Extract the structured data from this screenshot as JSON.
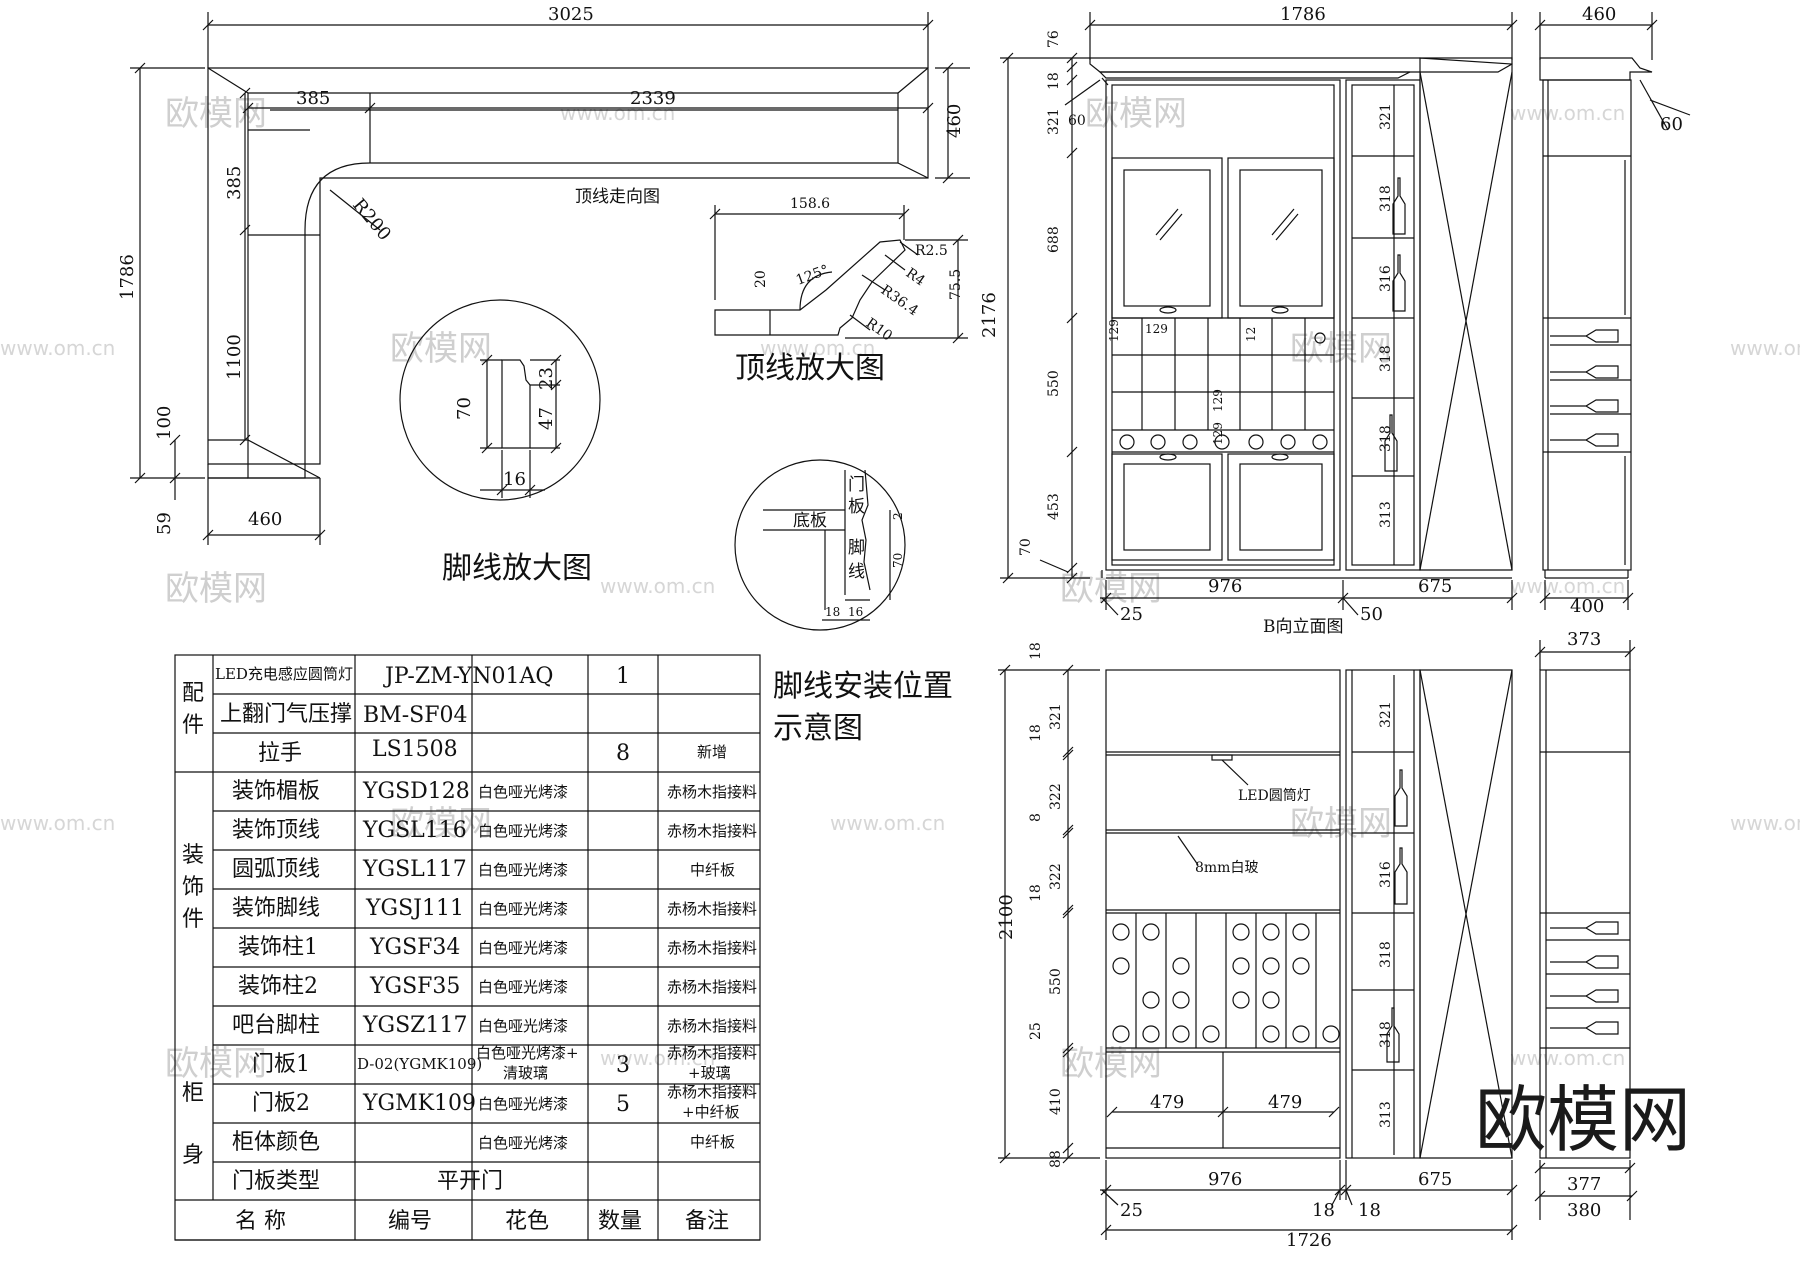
{
  "top_plan": {
    "title": "顶线走向图",
    "dims": {
      "overall_width": "3025",
      "left_seg": "385",
      "right_seg": "2339",
      "depth": "460",
      "left_height": "1786",
      "v385": "385",
      "v1100": "1100",
      "v100": "100",
      "v59": "59",
      "bottom_w": "460",
      "radius": "R200"
    }
  },
  "foot_detail": {
    "title": "脚线放大图",
    "dims": {
      "h70": "70",
      "h23": "23",
      "h47": "47",
      "w16": "16"
    }
  },
  "cornice_detail": {
    "title": "顶线放大图",
    "dims": {
      "w158": "158.6",
      "h20": "20",
      "angle": "125°",
      "r25": "R2.5",
      "r4": "R4",
      "r364": "R36.4",
      "r10": "R10",
      "h755": "75.5"
    }
  },
  "install_detail": {
    "title_line1": "脚线安装位置",
    "title_line2": "示意图",
    "labels": {
      "base": "底板",
      "door_1": "门",
      "door_2": "板",
      "foot_1": "脚",
      "foot_2": "线"
    },
    "dims": {
      "d2": "2",
      "d70": "70",
      "d18": "18",
      "d16": "16"
    }
  },
  "elevation_upper": {
    "overall_width": "1786",
    "total_height": "2176",
    "left_dims": [
      "76",
      "18",
      "321",
      "688",
      "550",
      "453",
      "70"
    ],
    "inset_dims": {
      "a": "60",
      "b": "129",
      "c": "129",
      "d": "12",
      "e": "129",
      "f": "129"
    },
    "right_dims": [
      "321",
      "318",
      "316",
      "318",
      "318",
      "313"
    ],
    "bottom_dims": {
      "left": "976",
      "right": "675",
      "off_left": "25",
      "off_right": "50"
    },
    "caption": "B向立面图"
  },
  "side_upper": {
    "width": "460",
    "overhang": "60",
    "depth": "400"
  },
  "elevation_lower": {
    "total_height": "2100",
    "left_dims": [
      "18",
      "321",
      "18",
      "322",
      "8",
      "322",
      "18",
      "550",
      "25",
      "410",
      "88"
    ],
    "right_dims": [
      "321",
      "316",
      "318",
      "318",
      "313"
    ],
    "labels": {
      "light": "LED圆筒灯",
      "glass": "8mm白玻"
    },
    "door_widths": [
      "479",
      "479"
    ],
    "bottom_dims": {
      "left": "976",
      "right": "675",
      "off_left": "25",
      "gap_a": "18",
      "gap_b": "18",
      "overall": "1726"
    }
  },
  "side_lower": {
    "top": "373",
    "bottom_a": "377",
    "bottom_b": "380"
  },
  "table": {
    "groups": {
      "peijian": "配件",
      "zhuangshi": "装饰件",
      "guishen": "柜身"
    },
    "rows": [
      {
        "name": "LED充电感应圆筒灯",
        "code": "JP-ZM-YN01AQ",
        "color": "",
        "qty": "1",
        "note": ""
      },
      {
        "name": "上翻门气压撑",
        "code": "BM-SF04",
        "color": "",
        "qty": "",
        "note": ""
      },
      {
        "name": "拉手",
        "code": "LS1508",
        "color": "",
        "qty": "8",
        "note": "新增"
      },
      {
        "name": "装饰楣板",
        "code": "YGSD128",
        "color": "白色哑光烤漆",
        "qty": "",
        "note": "赤杨木指接料"
      },
      {
        "name": "装饰顶线",
        "code": "YGSL116",
        "color": "白色哑光烤漆",
        "qty": "",
        "note": "赤杨木指接料"
      },
      {
        "name": "圆弧顶线",
        "code": "YGSL117",
        "color": "白色哑光烤漆",
        "qty": "",
        "note": "中纤板"
      },
      {
        "name": "装饰脚线",
        "code": "YGSJ111",
        "color": "白色哑光烤漆",
        "qty": "",
        "note": "赤杨木指接料"
      },
      {
        "name": "装饰柱1",
        "code": "YGSF34",
        "color": "白色哑光烤漆",
        "qty": "",
        "note": "赤杨木指接料"
      },
      {
        "name": "装饰柱2",
        "code": "YGSF35",
        "color": "白色哑光烤漆",
        "qty": "",
        "note": "赤杨木指接料"
      },
      {
        "name": "吧台脚柱",
        "code": "YGSZ117",
        "color": "白色哑光烤漆",
        "qty": "",
        "note": "赤杨木指接料"
      },
      {
        "name": "门板1",
        "code": "D-02(YGMK109)",
        "color": "白色哑光烤漆+清玻璃",
        "qty": "3",
        "note": "赤杨木指接料+玻璃"
      },
      {
        "name": "门板2",
        "code": "YGMK109",
        "color": "白色哑光烤漆",
        "qty": "5",
        "note": "赤杨木指接料+中纤板"
      },
      {
        "name": "柜体颜色",
        "code": "",
        "color": "白色哑光烤漆",
        "qty": "",
        "note": "中纤板"
      },
      {
        "name": "门板类型",
        "code": "平开门",
        "color": "",
        "qty": "",
        "note": ""
      }
    ],
    "header": {
      "name": "名  称",
      "code": "编号",
      "color": "花色",
      "qty": "数量",
      "note": "备注"
    }
  },
  "watermark": {
    "brand": "欧模网",
    "url": "www.om.cn"
  },
  "colors": {
    "line": "#111111",
    "watermark": "#cfcfcf",
    "background": "#ffffff"
  }
}
